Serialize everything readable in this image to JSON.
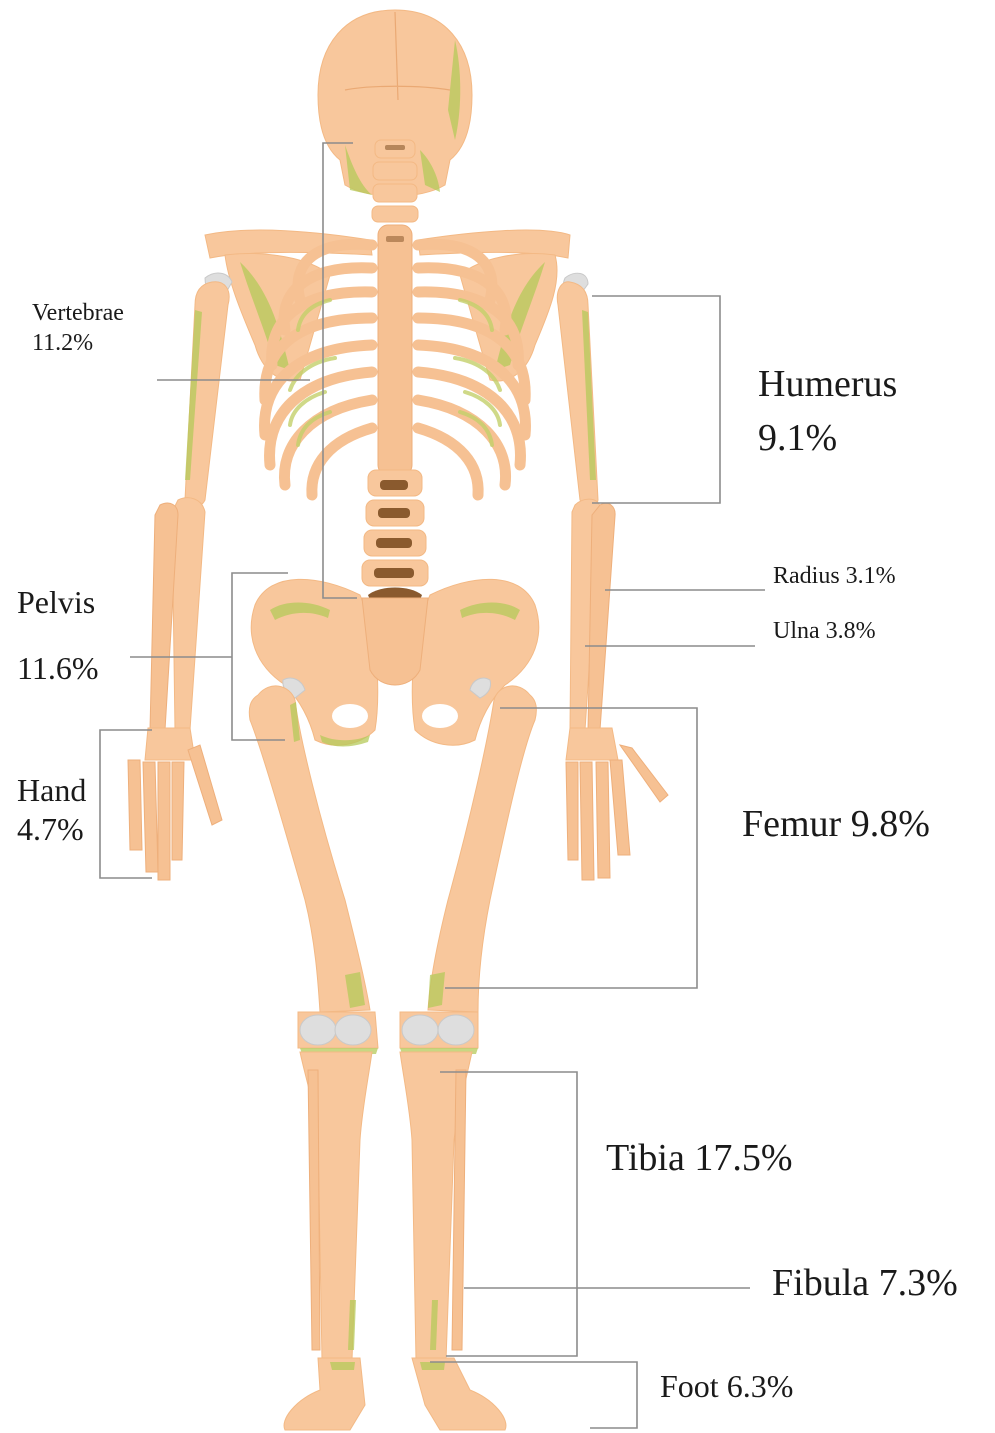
{
  "labels": {
    "vertebrae": {
      "name": "Vertebrae",
      "value": "11.2%"
    },
    "pelvis": {
      "name": "Pelvis",
      "value": "11.6%"
    },
    "hand": {
      "name": "Hand",
      "value": "4.7%"
    },
    "humerus": {
      "name": "Humerus",
      "value": "9.1%"
    },
    "radius": "Radius 3.1%",
    "ulna": "Ulna 3.8%",
    "femur": "Femur 9.8%",
    "tibia": "Tibia 17.5%",
    "fibula": "Fibula 7.3%",
    "foot": "Foot 6.3%"
  },
  "colors": {
    "bone": "#f8c79c",
    "joint_highlight": "#b5c95a",
    "disc": "#8a5a2e",
    "cartilage": "#dedede",
    "leader_line": "#8c8c8c"
  }
}
